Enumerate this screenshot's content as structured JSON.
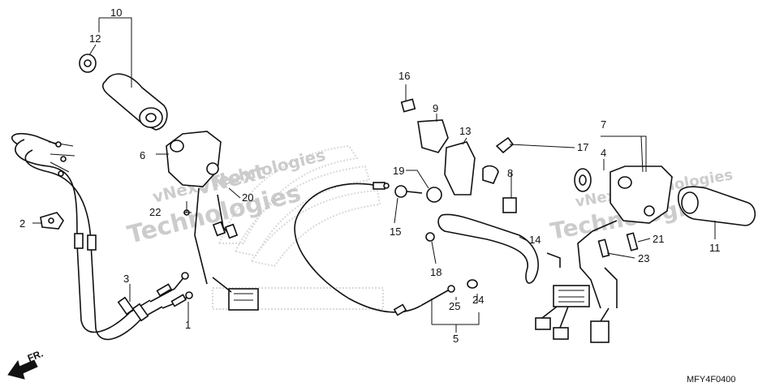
{
  "diagram": {
    "code": "MFY4F0400",
    "front_marker": "FR.",
    "watermarks": [
      "vNext",
      "Technologies",
      "vNext Technologies"
    ],
    "callouts": [
      {
        "id": "c1",
        "label": "1"
      },
      {
        "id": "c2",
        "label": "2"
      },
      {
        "id": "c3",
        "label": "3"
      },
      {
        "id": "c4",
        "label": "4"
      },
      {
        "id": "c5",
        "label": "5"
      },
      {
        "id": "c6",
        "label": "6"
      },
      {
        "id": "c7",
        "label": "7"
      },
      {
        "id": "c8",
        "label": "8"
      },
      {
        "id": "c9",
        "label": "9"
      },
      {
        "id": "c10",
        "label": "10"
      },
      {
        "id": "c11",
        "label": "11"
      },
      {
        "id": "c12",
        "label": "12"
      },
      {
        "id": "c13",
        "label": "13"
      },
      {
        "id": "c14",
        "label": "14"
      },
      {
        "id": "c15",
        "label": "15"
      },
      {
        "id": "c16",
        "label": "16"
      },
      {
        "id": "c17",
        "label": "17"
      },
      {
        "id": "c18",
        "label": "18"
      },
      {
        "id": "c19",
        "label": "19"
      },
      {
        "id": "c20",
        "label": "20"
      },
      {
        "id": "c21",
        "label": "21"
      },
      {
        "id": "c22",
        "label": "22"
      },
      {
        "id": "c23",
        "label": "23"
      },
      {
        "id": "c24",
        "label": "24"
      },
      {
        "id": "c25",
        "label": "25"
      }
    ]
  }
}
